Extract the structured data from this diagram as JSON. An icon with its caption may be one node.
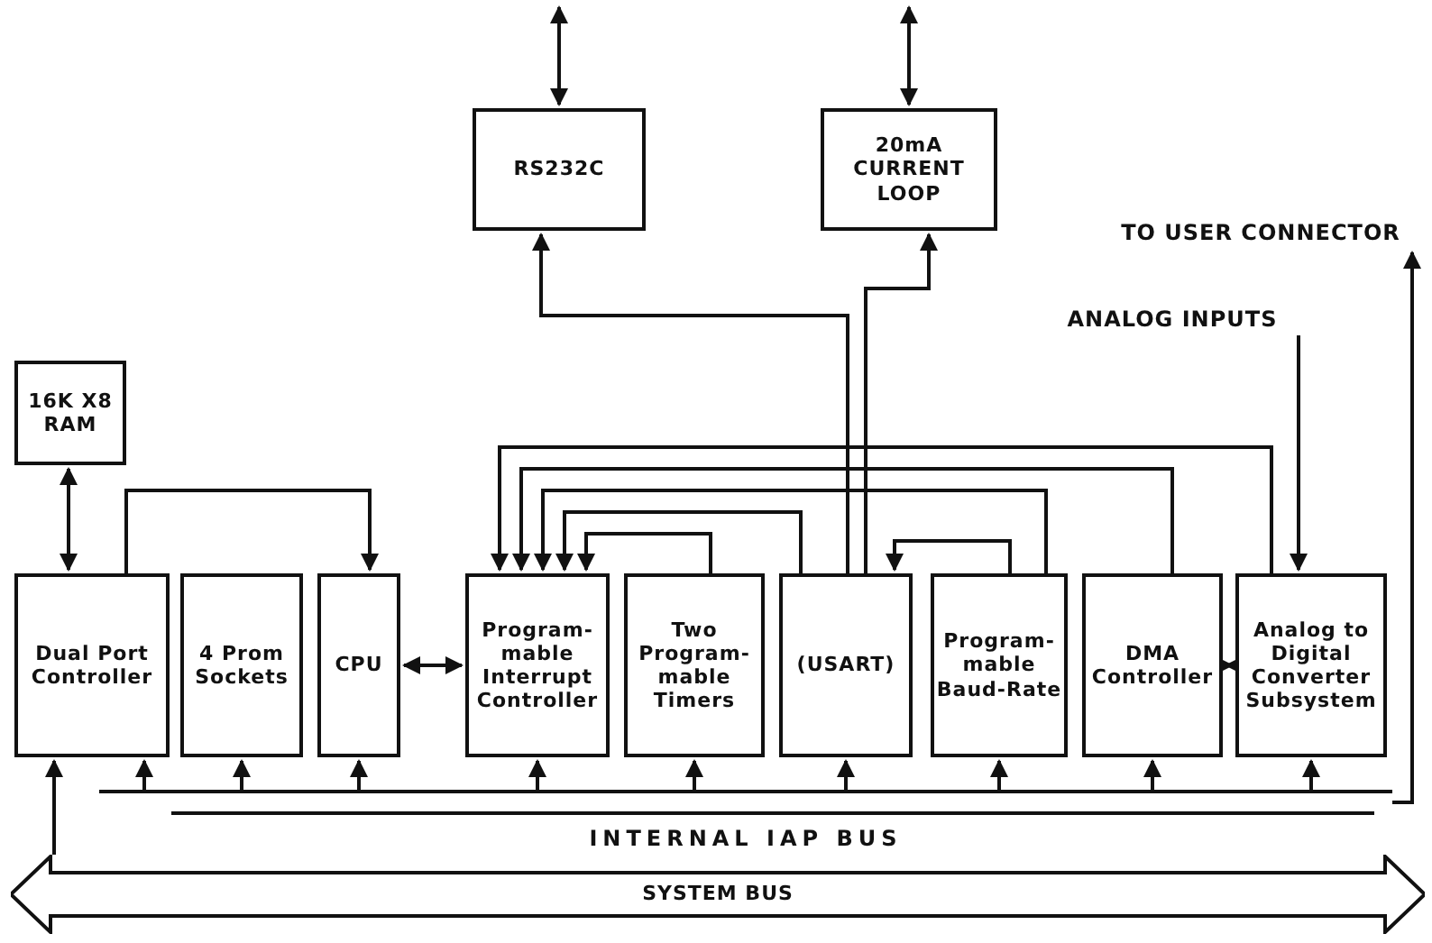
{
  "diagram": {
    "nodes": [
      {
        "text": [
          "RS232C"
        ]
      },
      {
        "text": [
          "20mA CURRENT LOOP"
        ]
      },
      {
        "text": [
          "16K X8 RAM"
        ]
      },
      {
        "text": [
          "Dual Port Controller"
        ]
      },
      {
        "text": [
          "4 Prom Sockets"
        ]
      },
      {
        "text": [
          "CPU"
        ]
      },
      {
        "text": [
          "Program-mable Interrupt Controller"
        ]
      },
      {
        "text": [
          "Two Program-mable Timers"
        ]
      },
      {
        "text": [
          "(USART)"
        ]
      },
      {
        "text": [
          "Program-mable Baud-Rate"
        ]
      },
      {
        "text": [
          "DMA Controller"
        ]
      },
      {
        "text": [
          "Analog to Digital Converter Subsystem"
        ]
      },
      {
        "text": [
          "INTERNAL IAP BUS"
        ]
      },
      {
        "text": [
          "SYSTEM BUS"
        ]
      },
      {
        "text": [
          "TO USER CONNECTOR"
        ]
      },
      {
        "text": [
          "ANALOG INPUTS"
        ]
      }
    ],
    "edges": [
      {
        "from": null,
        "to": 0,
        "arrow": "both"
      },
      {
        "from": null,
        "to": 1,
        "arrow": "both"
      },
      {
        "from": 8,
        "to": 0,
        "arrow": "to"
      },
      {
        "from": 8,
        "to": 1,
        "arrow": "to"
      },
      {
        "from": 2,
        "to": 3,
        "arrow": "both"
      },
      {
        "from": 3,
        "to": 5,
        "arrow": "to"
      },
      {
        "from": 5,
        "to": 6,
        "arrow": "both"
      },
      {
        "from": 7,
        "to": 6,
        "arrow": "to"
      },
      {
        "from": 8,
        "to": 6,
        "arrow": "to"
      },
      {
        "from": 9,
        "to": 6,
        "arrow": "to"
      },
      {
        "from": 10,
        "to": 6,
        "arrow": "to"
      },
      {
        "from": 11,
        "to": 6,
        "arrow": "to"
      },
      {
        "from": 9,
        "to": 8,
        "arrow": "to"
      },
      {
        "from": 10,
        "to": 11,
        "arrow": "both"
      },
      {
        "from": 15,
        "to": 11,
        "arrow": "to"
      },
      {
        "from": 13,
        "to": 3,
        "arrow": "to"
      },
      {
        "from": 12,
        "to": 3,
        "arrow": "to"
      },
      {
        "from": 12,
        "to": 4,
        "arrow": "to"
      },
      {
        "from": 12,
        "to": 5,
        "arrow": "to"
      },
      {
        "from": 12,
        "to": 6,
        "arrow": "to"
      },
      {
        "from": 12,
        "to": 7,
        "arrow": "to"
      },
      {
        "from": 12,
        "to": 8,
        "arrow": "to"
      },
      {
        "from": 12,
        "to": 9,
        "arrow": "to"
      },
      {
        "from": 12,
        "to": 10,
        "arrow": "to"
      },
      {
        "from": 12,
        "to": 11,
        "arrow": "to"
      },
      {
        "from": 12,
        "to": 14,
        "arrow": "to"
      }
    ]
  }
}
